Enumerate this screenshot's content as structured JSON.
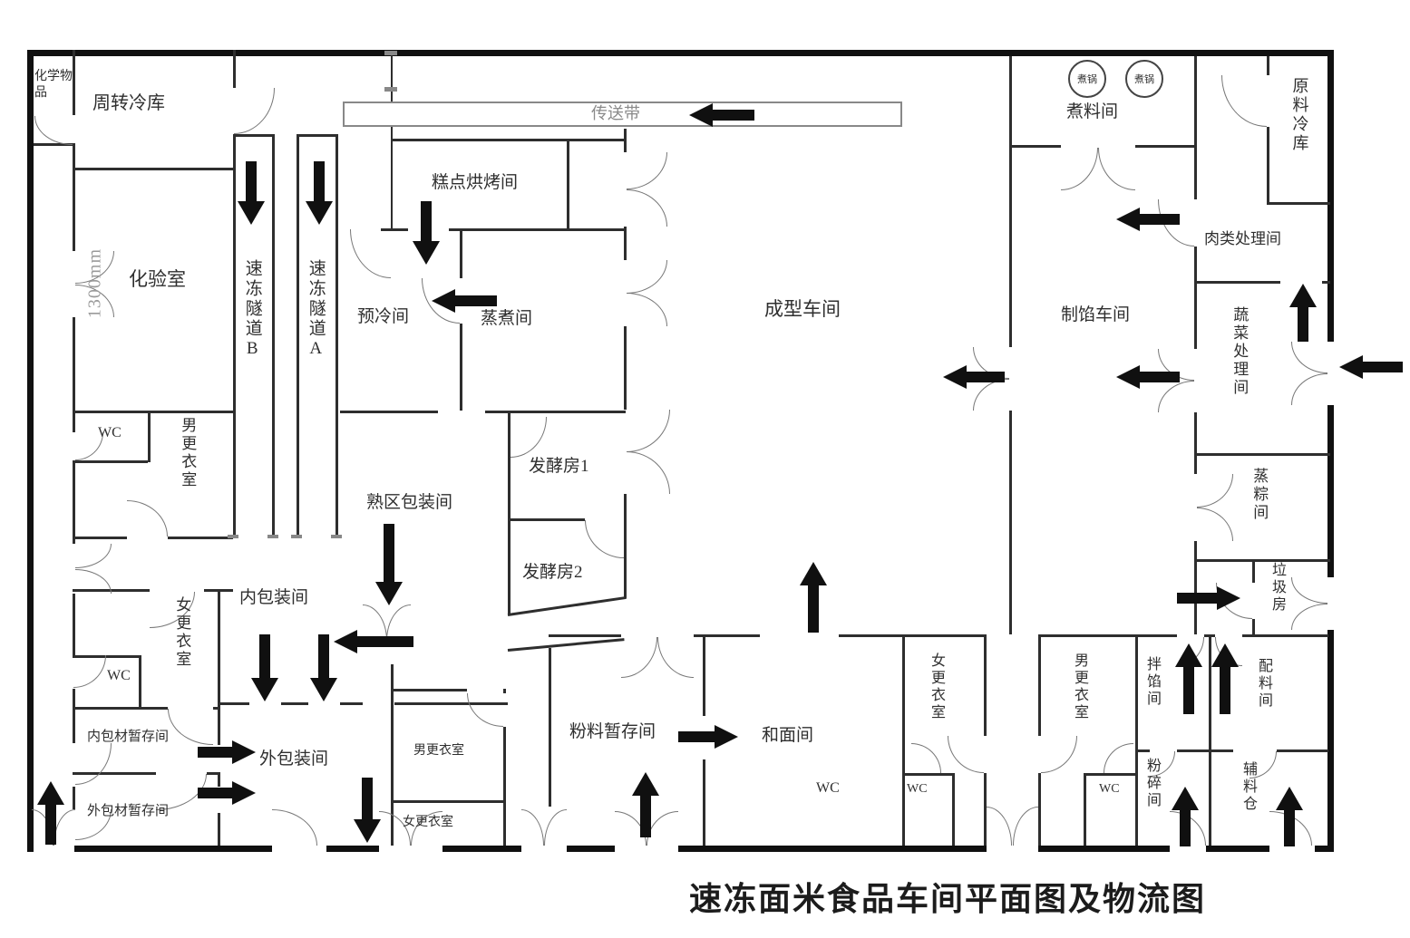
{
  "title": "速冻面米食品车间平面图及物流图",
  "dimension_label": "1300mm",
  "conveyor": {
    "label": "传送带"
  },
  "wc_label": "WC",
  "icons": {
    "flow_arrow": "solid-black-arrow",
    "door_arc": "quarter-circle-swing-door",
    "cooking_pot_icon": "circle"
  },
  "colors": {
    "outer_wall": "#101010",
    "inner_wall": "#2e2e2e",
    "door_line": "#777777",
    "arrow": "#101010",
    "text": "#2f2f2f",
    "dim_text": "#999999",
    "background": "#ffffff"
  },
  "rooms": {
    "chemical_storage": "化学物品",
    "turnover_cold_storage": "周转冷库",
    "lab": "化验室",
    "tunnel_b": "速冻隧道B",
    "tunnel_a": "速冻隧道A",
    "male_changing_left": "男更衣室",
    "female_changing_left": "女更衣室",
    "inner_pack_material_storage": "内包材暂存间",
    "outer_pack_material_storage": "外包材暂存间",
    "inner_packing": "内包装间",
    "outer_packing": "外包装间",
    "precooling": "预冷间",
    "pastry_baking": "糕点烘烤间",
    "steaming": "蒸煮间",
    "fermentation_1": "发酵房1",
    "fermentation_2": "发酵房2",
    "cooked_zone_packing": "熟区包装间",
    "forming_workshop": "成型车间",
    "cooking_room": "煮料间",
    "cooking_pot": "煮锅",
    "raw_material_cold_storage": "原料冷库",
    "meat_processing": "肉类处理间",
    "filling_workshop": "制馅车间",
    "vegetable_processing": "蔬菜处理间",
    "zongzi_steaming": "蒸粽间",
    "garbage_room": "垃圾房",
    "powder_storage": "粉料暂存间",
    "dough_mixing": "和面间",
    "female_changing_right": "女更衣室",
    "male_changing_right": "男更衣室",
    "filling_mixing": "拌馅间",
    "crushing": "粉碎间",
    "ingredients_room": "配料间",
    "auxiliary_material_store": "辅料仓",
    "male_changing_small": "男更衣室",
    "female_changing_small": "女更衣室"
  }
}
